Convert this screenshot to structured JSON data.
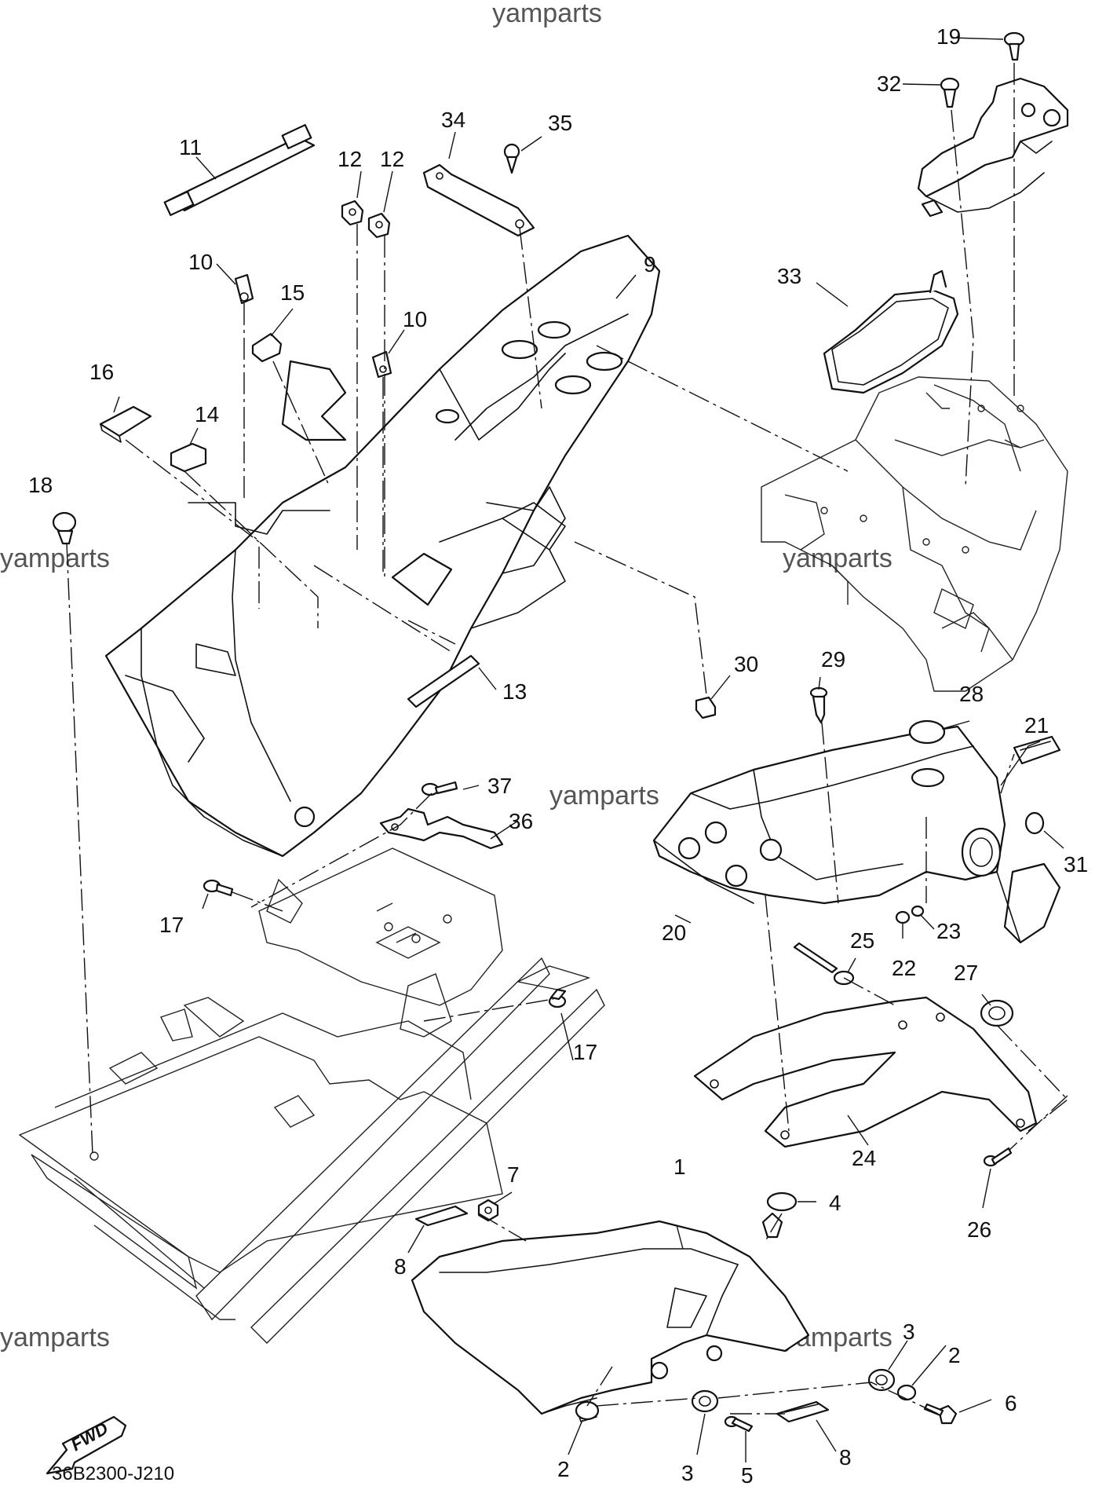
{
  "watermark": "yamparts",
  "diagram_code": "36B2300-J210",
  "fwd_label": "FWD",
  "callouts": {
    "c1": "1",
    "c2a": "2",
    "c2b": "2",
    "c3a": "3",
    "c3b": "3",
    "c4": "4",
    "c5": "5",
    "c6": "6",
    "c7": "7",
    "c8a": "8",
    "c8b": "8",
    "c9": "9",
    "c10a": "10",
    "c10b": "10",
    "c11": "11",
    "c12a": "12",
    "c12b": "12",
    "c13": "13",
    "c14": "14",
    "c15": "15",
    "c16": "16",
    "c17a": "17",
    "c17b": "17",
    "c18": "18",
    "c19": "19",
    "c20": "20",
    "c21": "21",
    "c22": "22",
    "c23": "23",
    "c24": "24",
    "c25": "25",
    "c26": "26",
    "c27": "27",
    "c28": "28",
    "c29": "29",
    "c30": "30",
    "c31": "31",
    "c32": "32",
    "c33": "33",
    "c34": "34",
    "c35": "35",
    "c36": "36",
    "c37": "37"
  }
}
